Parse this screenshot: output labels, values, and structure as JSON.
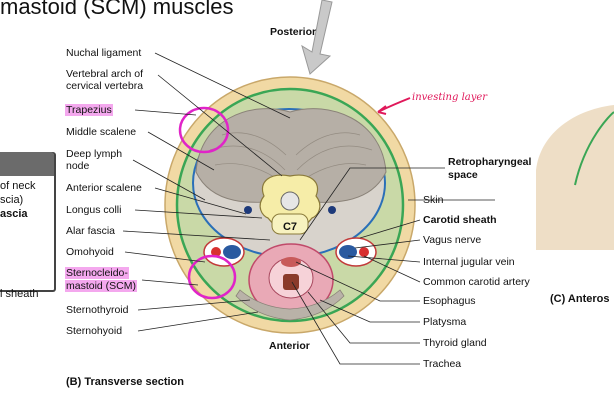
{
  "heading": "mastoid (SCM) muscles",
  "orientation": {
    "posterior": "Posterior",
    "anterior": "Anterior"
  },
  "vertebra_label": "C7",
  "left_labels": [
    "Nuchal ligament",
    "Vertebral arch of",
    "cervical vertebra",
    "Trapezius",
    "Middle scalene",
    "Deep lymph",
    "node",
    "Anterior scalene",
    "Longus colli",
    "Alar fascia",
    "Omohyoid",
    "Sternocleido-",
    "mastoid (SCM)",
    "Sternothyroid",
    "Sternohyoid"
  ],
  "right_labels": [
    "Retropharyngeal",
    "space",
    "Skin",
    "Carotid sheath",
    "Vagus nerve",
    "Internal jugular vein",
    "Common carotid artery",
    "Esophagus",
    "Platysma",
    "Thyroid gland",
    "Trachea"
  ],
  "annotation": "investing layer",
  "left_panel": {
    "lines": [
      "of neck",
      "scia)",
      "ascia"
    ],
    "bottom": "l sheath"
  },
  "captions": {
    "b": "(B) Transverse section",
    "c": "(C) Anteros"
  },
  "colors": {
    "highlight": "#f4a8ee",
    "annotation": "#e0185a",
    "skin": "#f2d9a3",
    "muscle": "#b9b2a8",
    "fascia_green": "#3aa655",
    "fascia_blue": "#2a6fb8"
  }
}
